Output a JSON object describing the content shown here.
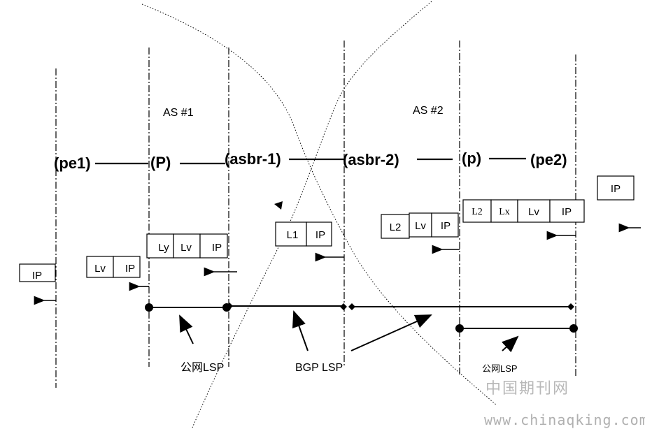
{
  "nodes": {
    "pe1": "(pe1)",
    "p": "(P)",
    "asbr1": "(asbr-1)",
    "asbr2": "(asbr-2)",
    "p2": "(p)",
    "pe2": "(pe2)"
  },
  "as_labels": {
    "as1": "AS #1",
    "as2": "AS #2"
  },
  "stacks": {
    "pe1": [
      "IP"
    ],
    "p": [
      "Lv",
      "IP"
    ],
    "asbr1": [
      "Ly",
      "Lv",
      "IP"
    ],
    "asbr2": [
      "L1",
      "IP"
    ],
    "p2": [
      "L2",
      "Lv",
      "IP"
    ],
    "pe2_upper": [
      "L2",
      "Lx",
      "Lv",
      "IP"
    ],
    "ingress": [
      "IP"
    ]
  },
  "lsp_labels": {
    "public_left": "公网LSP",
    "bgp": "BGP LSP",
    "public_right": "公网LSP"
  },
  "watermark": {
    "name": "中国期刊网",
    "url": "www.chinaqking.com"
  }
}
